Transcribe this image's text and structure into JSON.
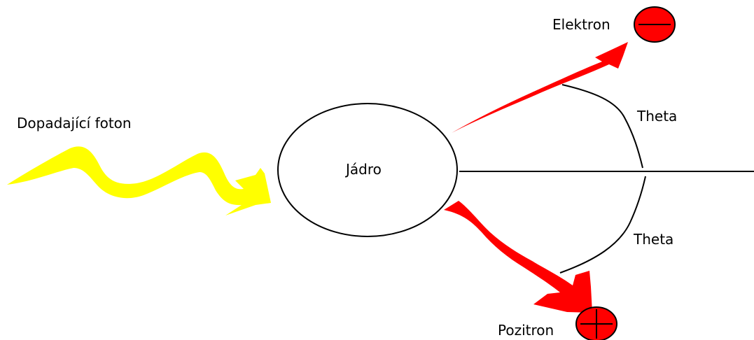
{
  "labels": {
    "incoming_photon": "Dopadající foton",
    "nucleus": "Jádro",
    "electron": "Elektron",
    "positron": "Pozitron",
    "angle_top": "Theta",
    "angle_bottom": "Theta"
  },
  "colors": {
    "photon": "#ffff00",
    "particle": "#ff0000",
    "line": "#000000",
    "background": "#ffffff"
  },
  "symbols": {
    "electron_sign": "minus",
    "positron_sign": "plus"
  }
}
